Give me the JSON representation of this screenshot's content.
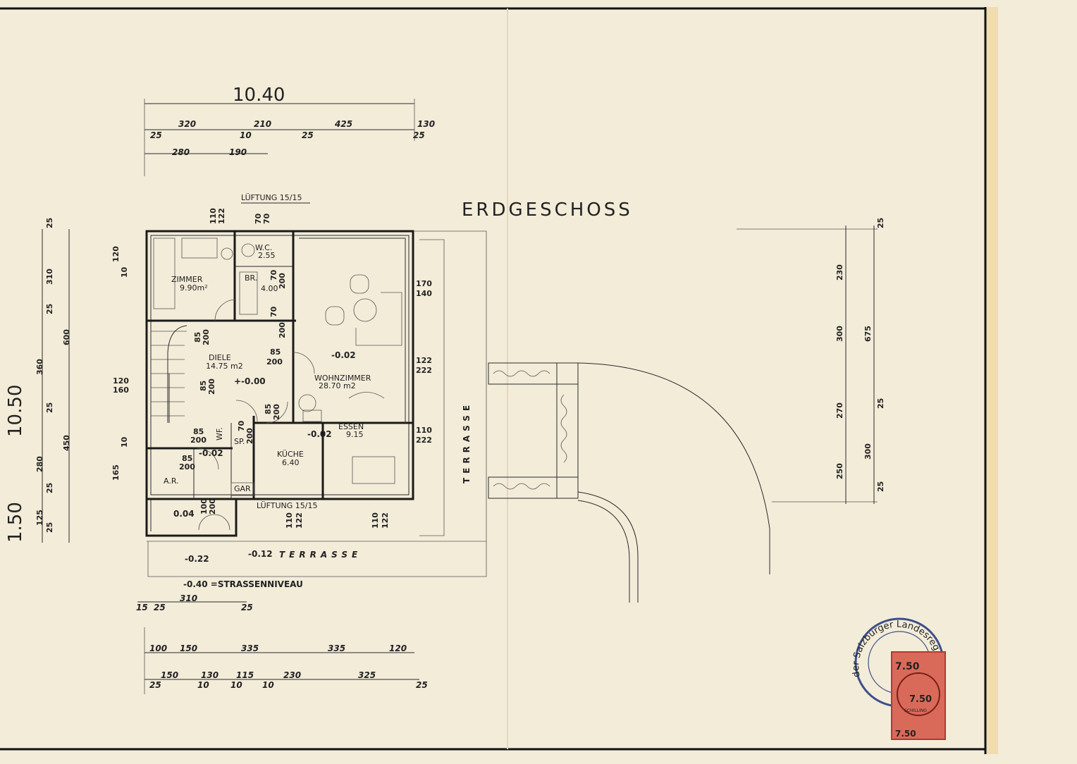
{
  "title": "ERDGESCHOSS",
  "overall": {
    "width": "10.40",
    "depth": "10.50",
    "depth_extra": "1.50"
  },
  "top_dims": {
    "row1": [
      "320",
      "210",
      "425",
      "130"
    ],
    "row1_small": [
      "25",
      "10",
      "25",
      "25"
    ],
    "row2": [
      "280",
      "190"
    ]
  },
  "bottom_dims": {
    "row1": [
      "310"
    ],
    "row1_small": [
      "15",
      "25",
      "25"
    ],
    "row2": [
      "100",
      "150",
      "335",
      "335",
      "120"
    ],
    "row3": [
      "150",
      "130",
      "115",
      "230",
      "325"
    ],
    "row3_small": [
      "25",
      "10",
      "10",
      "10",
      "25"
    ]
  },
  "left_dims_outer": [
    "25",
    "310",
    "25",
    "360",
    "25",
    "450",
    "280",
    "25",
    "125",
    "25"
  ],
  "left_dims_inner": [
    "600"
  ],
  "left_dims_openings": [
    "120",
    "10",
    "120",
    "160",
    "10",
    "165"
  ],
  "right_dims": {
    "inner": [
      "230",
      "300",
      "270",
      "250"
    ],
    "outer": [
      "675",
      "300"
    ],
    "small": [
      "25",
      "25",
      "25"
    ]
  },
  "rooms": {
    "zimmer": {
      "name": "ZIMMER",
      "area": "9.90m²"
    },
    "wc": {
      "name": "W.C.",
      "area": "2.55"
    },
    "bad": {
      "name": "BR.",
      "area": "4.00"
    },
    "diele": {
      "name": "DIELE",
      "area": "14.75 m2"
    },
    "wohnzimmer": {
      "name": "WOHNZIMMER",
      "area": "28.70 m2"
    },
    "essen": {
      "name": "ESSEN",
      "area": "9.15"
    },
    "kueche": {
      "name": "KÜCHE",
      "area": "6.40"
    },
    "wf": {
      "name": "WF."
    },
    "sp": {
      "name": "SP."
    },
    "ar": {
      "name": "A.R."
    },
    "gar": {
      "name": "GAR"
    }
  },
  "levels": {
    "diele": "+-0.00",
    "wohn": "-0.02",
    "essen": "-0.02",
    "wf": "-0.02",
    "entry": "0.04",
    "terrace_left": "-0.22",
    "terrace_front": "-0.12",
    "street": "-0.40 =STRASSENNIVEAU"
  },
  "labels": {
    "lueftung_top": "LÜFTUNG 15/15",
    "lueftung_bottom": "LÜFTUNG 15/15",
    "terrasse_front": "TERRASSE",
    "terrasse_side": "TERRASSE"
  },
  "openings": {
    "top_window": [
      "110",
      "122"
    ],
    "wc_window": [
      "70",
      "70"
    ],
    "br_door": [
      "70",
      "200"
    ],
    "wc_door": [
      "70",
      "200"
    ],
    "zimmer_door": [
      "85",
      "200"
    ],
    "diele_door": [
      "85",
      "200"
    ],
    "wohn_door": [
      "85",
      "200"
    ],
    "wohn_window": [
      "170",
      "140"
    ],
    "wohn_window2": [
      "122",
      "222"
    ],
    "essen_window": [
      "110",
      "222"
    ],
    "kueche_door": [
      "85",
      "200"
    ],
    "stair_door": [
      "85",
      "200"
    ],
    "wf_door": [
      "85",
      "200"
    ],
    "sp_door": [
      "70",
      "200"
    ],
    "ar_door": [
      "85",
      "200"
    ],
    "entry_door": [
      "100",
      "200"
    ],
    "kueche_window": [
      "110",
      "122"
    ],
    "essen_window2": [
      "110",
      "122"
    ]
  },
  "stamp": {
    "text": "der Salzburger Landesreg",
    "fee": "7.50",
    "fee2": "7.50",
    "fee3": "7.50",
    "currency": "SCHILLING"
  },
  "colors": {
    "paper": "#f3ecd9",
    "ink": "#1a1a1a",
    "stamp_blue": "#3d4f8a",
    "stamp_red": "#c0392b"
  }
}
